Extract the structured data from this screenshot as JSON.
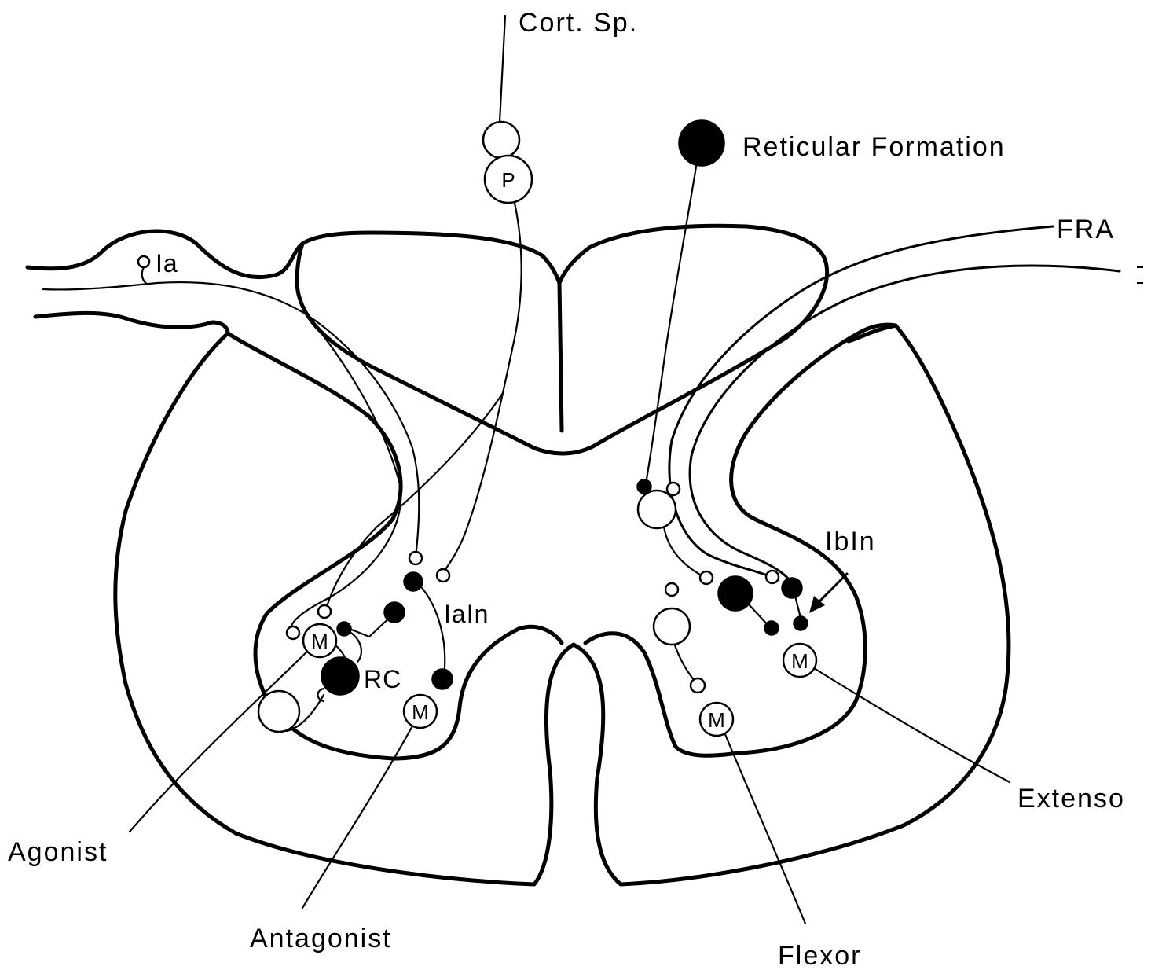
{
  "labels": {
    "cort_sp": "Cort. Sp.",
    "p_cell": "P",
    "reticular": "Reticular Formation",
    "fra": "FRA",
    "ia": "Ia",
    "iaIn": "IaIn",
    "ibIn": "IbIn",
    "rc": "RC",
    "m": "M",
    "agonist": "Agonist",
    "antagonist": "Antagonist",
    "flexor": "Flexor",
    "extensor": "Extenso"
  }
}
